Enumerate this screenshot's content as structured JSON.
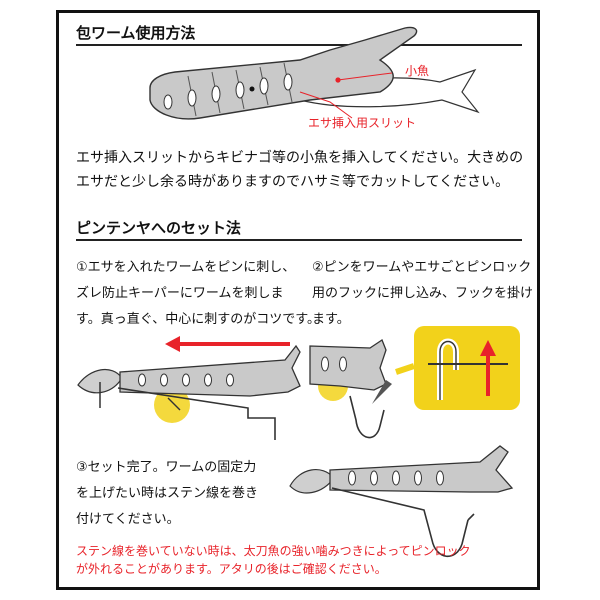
{
  "section1": {
    "title": "包ワーム使用方法",
    "label_small_fish": "小魚",
    "label_slit": "エサ挿入用スリット",
    "desc_line1": "エサ挿入スリットからキビナゴ等の小魚を挿入してください。大きめの",
    "desc_line2": "エサだと少し余る時がありますのでハサミ等でカットしてください。"
  },
  "section2": {
    "title": "ピンテンヤへのセット法",
    "step1": [
      "①エサを入れたワームをピンに刺し、",
      "ズレ防止キーパーにワームを刺しま",
      "す。真っ直ぐ、中心に刺すのがコツです。"
    ],
    "step2": [
      "②ピンをワームやエサごとピンロック",
      "用のフックに押し込み、フックを掛け",
      "ます。"
    ],
    "step3": [
      "③セット完了。ワームの固定力",
      "を上げたい時はステン線を巻き",
      "付けてください。"
    ]
  },
  "warning": {
    "line1": "ステン線を巻いていない時は、太刀魚の強い噛みつきによってピンロック",
    "line2": "が外れることがあります。アタリの後はご確認ください。"
  },
  "colors": {
    "accent_red": "#e8232a",
    "highlight_yellow": "#f2d21b",
    "worm_gray": "#c9c9c9",
    "frame_black": "#111111"
  }
}
